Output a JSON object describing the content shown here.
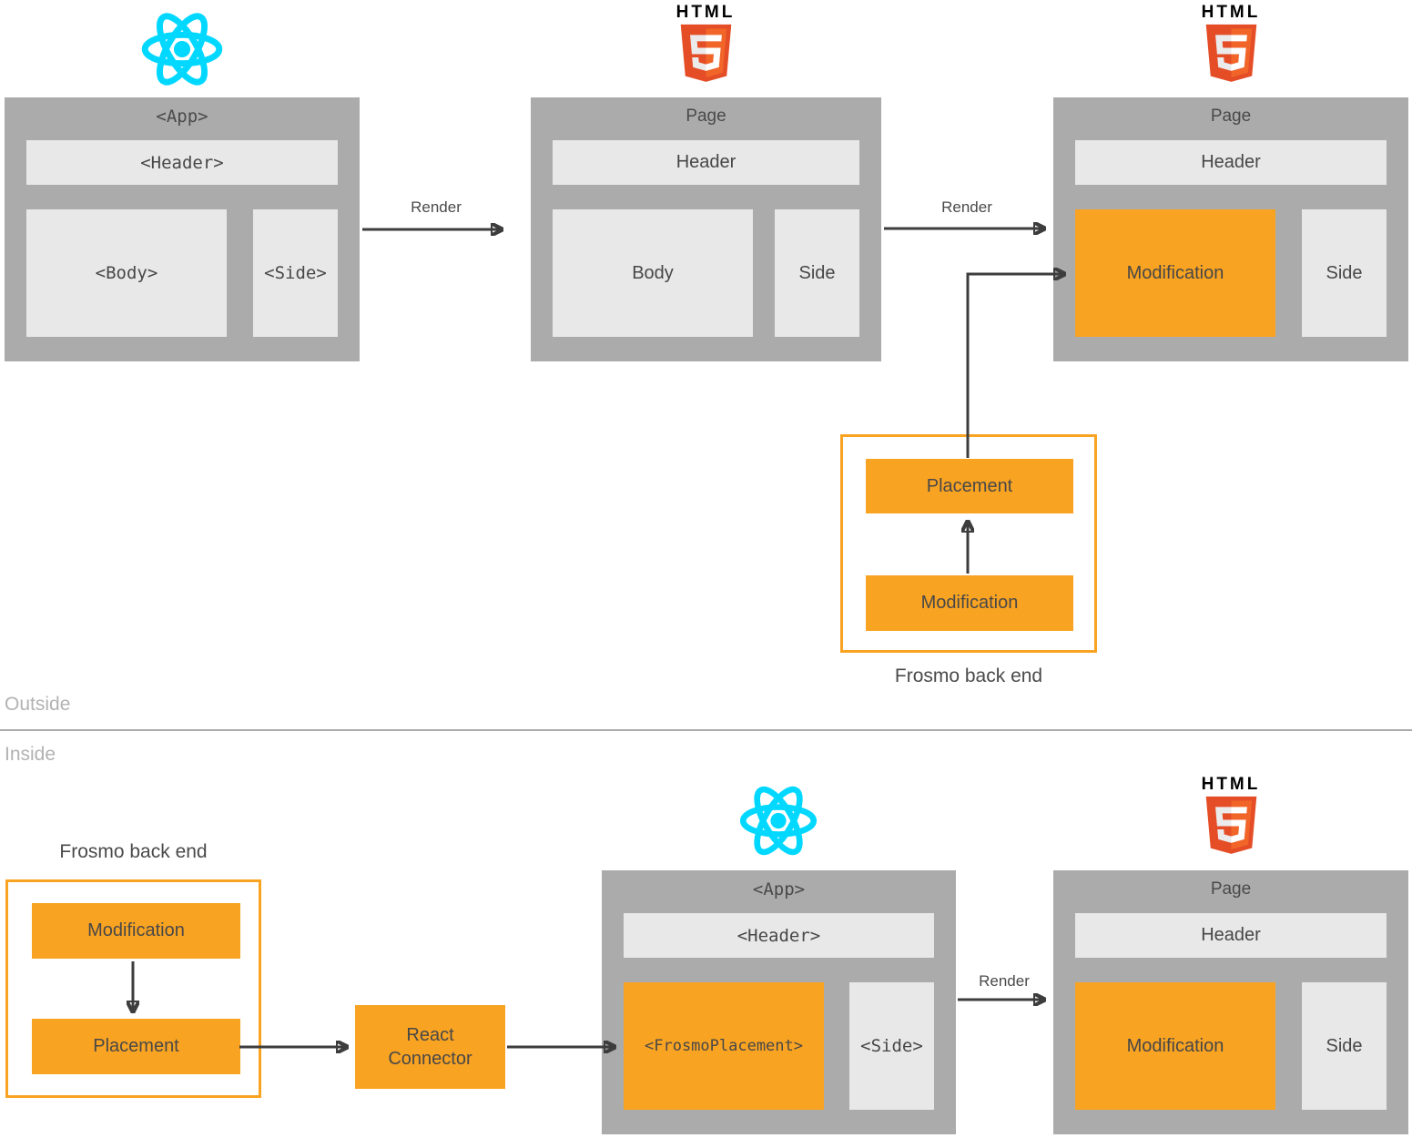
{
  "colors": {
    "orange": "#F9A322",
    "panel_gray": "#ABABAB",
    "inner_light_gray": "#E8E8E8",
    "arrow": "#3D3D3D",
    "text_dark": "#4A4A4A",
    "divider_line": "#AAAAAA",
    "divider_text": "#B2B2B2",
    "react_cyan": "#00D8FF",
    "html5_dark_orange": "#E44D26",
    "html5_light_orange": "#F16529",
    "html5_five_gray": "#EBEBEB"
  },
  "logos": {
    "react_alt": "react-logo",
    "html5_wordmark": "HTML",
    "html5_alt": "html5-logo"
  },
  "outside": {
    "react_app": {
      "title": "<App>",
      "header": "<Header>",
      "body": "<Body>",
      "side": "<Side>"
    },
    "render_label_1": "Render",
    "page_initial": {
      "title": "Page",
      "header": "Header",
      "body": "Body",
      "side": "Side"
    },
    "render_label_2": "Render",
    "page_modified": {
      "title": "Page",
      "header": "Header",
      "body": "Modification",
      "side": "Side"
    },
    "frosmo_backend": {
      "top_box": "Placement",
      "bottom_box": "Modification",
      "label": "Frosmo back end"
    }
  },
  "divider": {
    "above": "Outside",
    "below": "Inside"
  },
  "inside": {
    "frosmo_backend": {
      "top_box": "Modification",
      "bottom_box": "Placement",
      "label": "Frosmo back end"
    },
    "react_connector": "React Connector",
    "react_app": {
      "title": "<App>",
      "header": "<Header>",
      "body": "<FrosmoPlacement>",
      "side": "<Side>"
    },
    "render_label": "Render",
    "page": {
      "title": "Page",
      "header": "Header",
      "body": "Modification",
      "side": "Side"
    }
  }
}
